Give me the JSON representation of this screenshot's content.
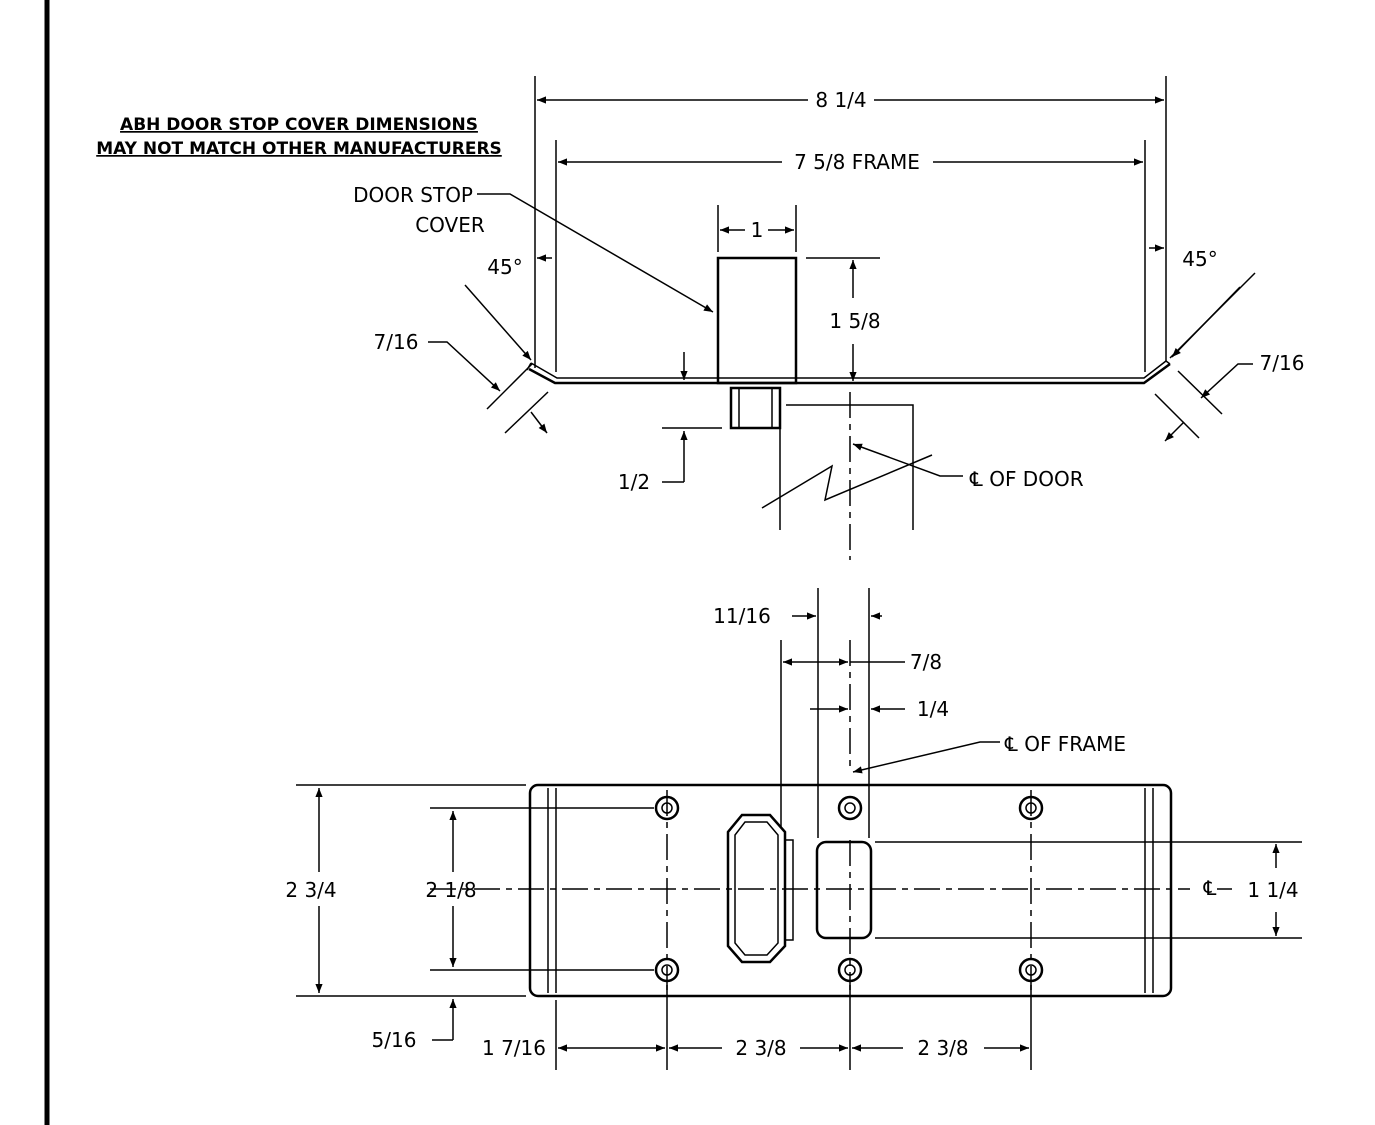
{
  "note": {
    "line1": "ABH DOOR STOP COVER DIMENSIONS",
    "line2": "MAY NOT MATCH OTHER MANUFACTURERS"
  },
  "top_view": {
    "overall_width": "8 1/4",
    "frame_width": "7 5/8 FRAME",
    "cover_label_line1": "DOOR STOP",
    "cover_label_line2": "COVER",
    "cover_width": "1",
    "cover_height": "1 5/8",
    "angle_left": "45°",
    "angle_right": "45°",
    "flange_left": "7/16",
    "flange_right": "7/16",
    "offset": "1/2",
    "door_centerline": "℄ OF DOOR"
  },
  "bottom_view": {
    "dim_11_16": "11/16",
    "dim_7_8": "7/8",
    "dim_1_4": "1/4",
    "frame_centerline": "℄ OF FRAME",
    "height_overall": "2 3/4",
    "hole_spacing_vertical": "2 1/8",
    "slot_height": "1 1/4",
    "centerline_mark": "℄",
    "edge_offset": "5/16",
    "first_hole_offset": "1 7/16",
    "hole_spacing_1": "2 3/8",
    "hole_spacing_2": "2 3/8"
  }
}
